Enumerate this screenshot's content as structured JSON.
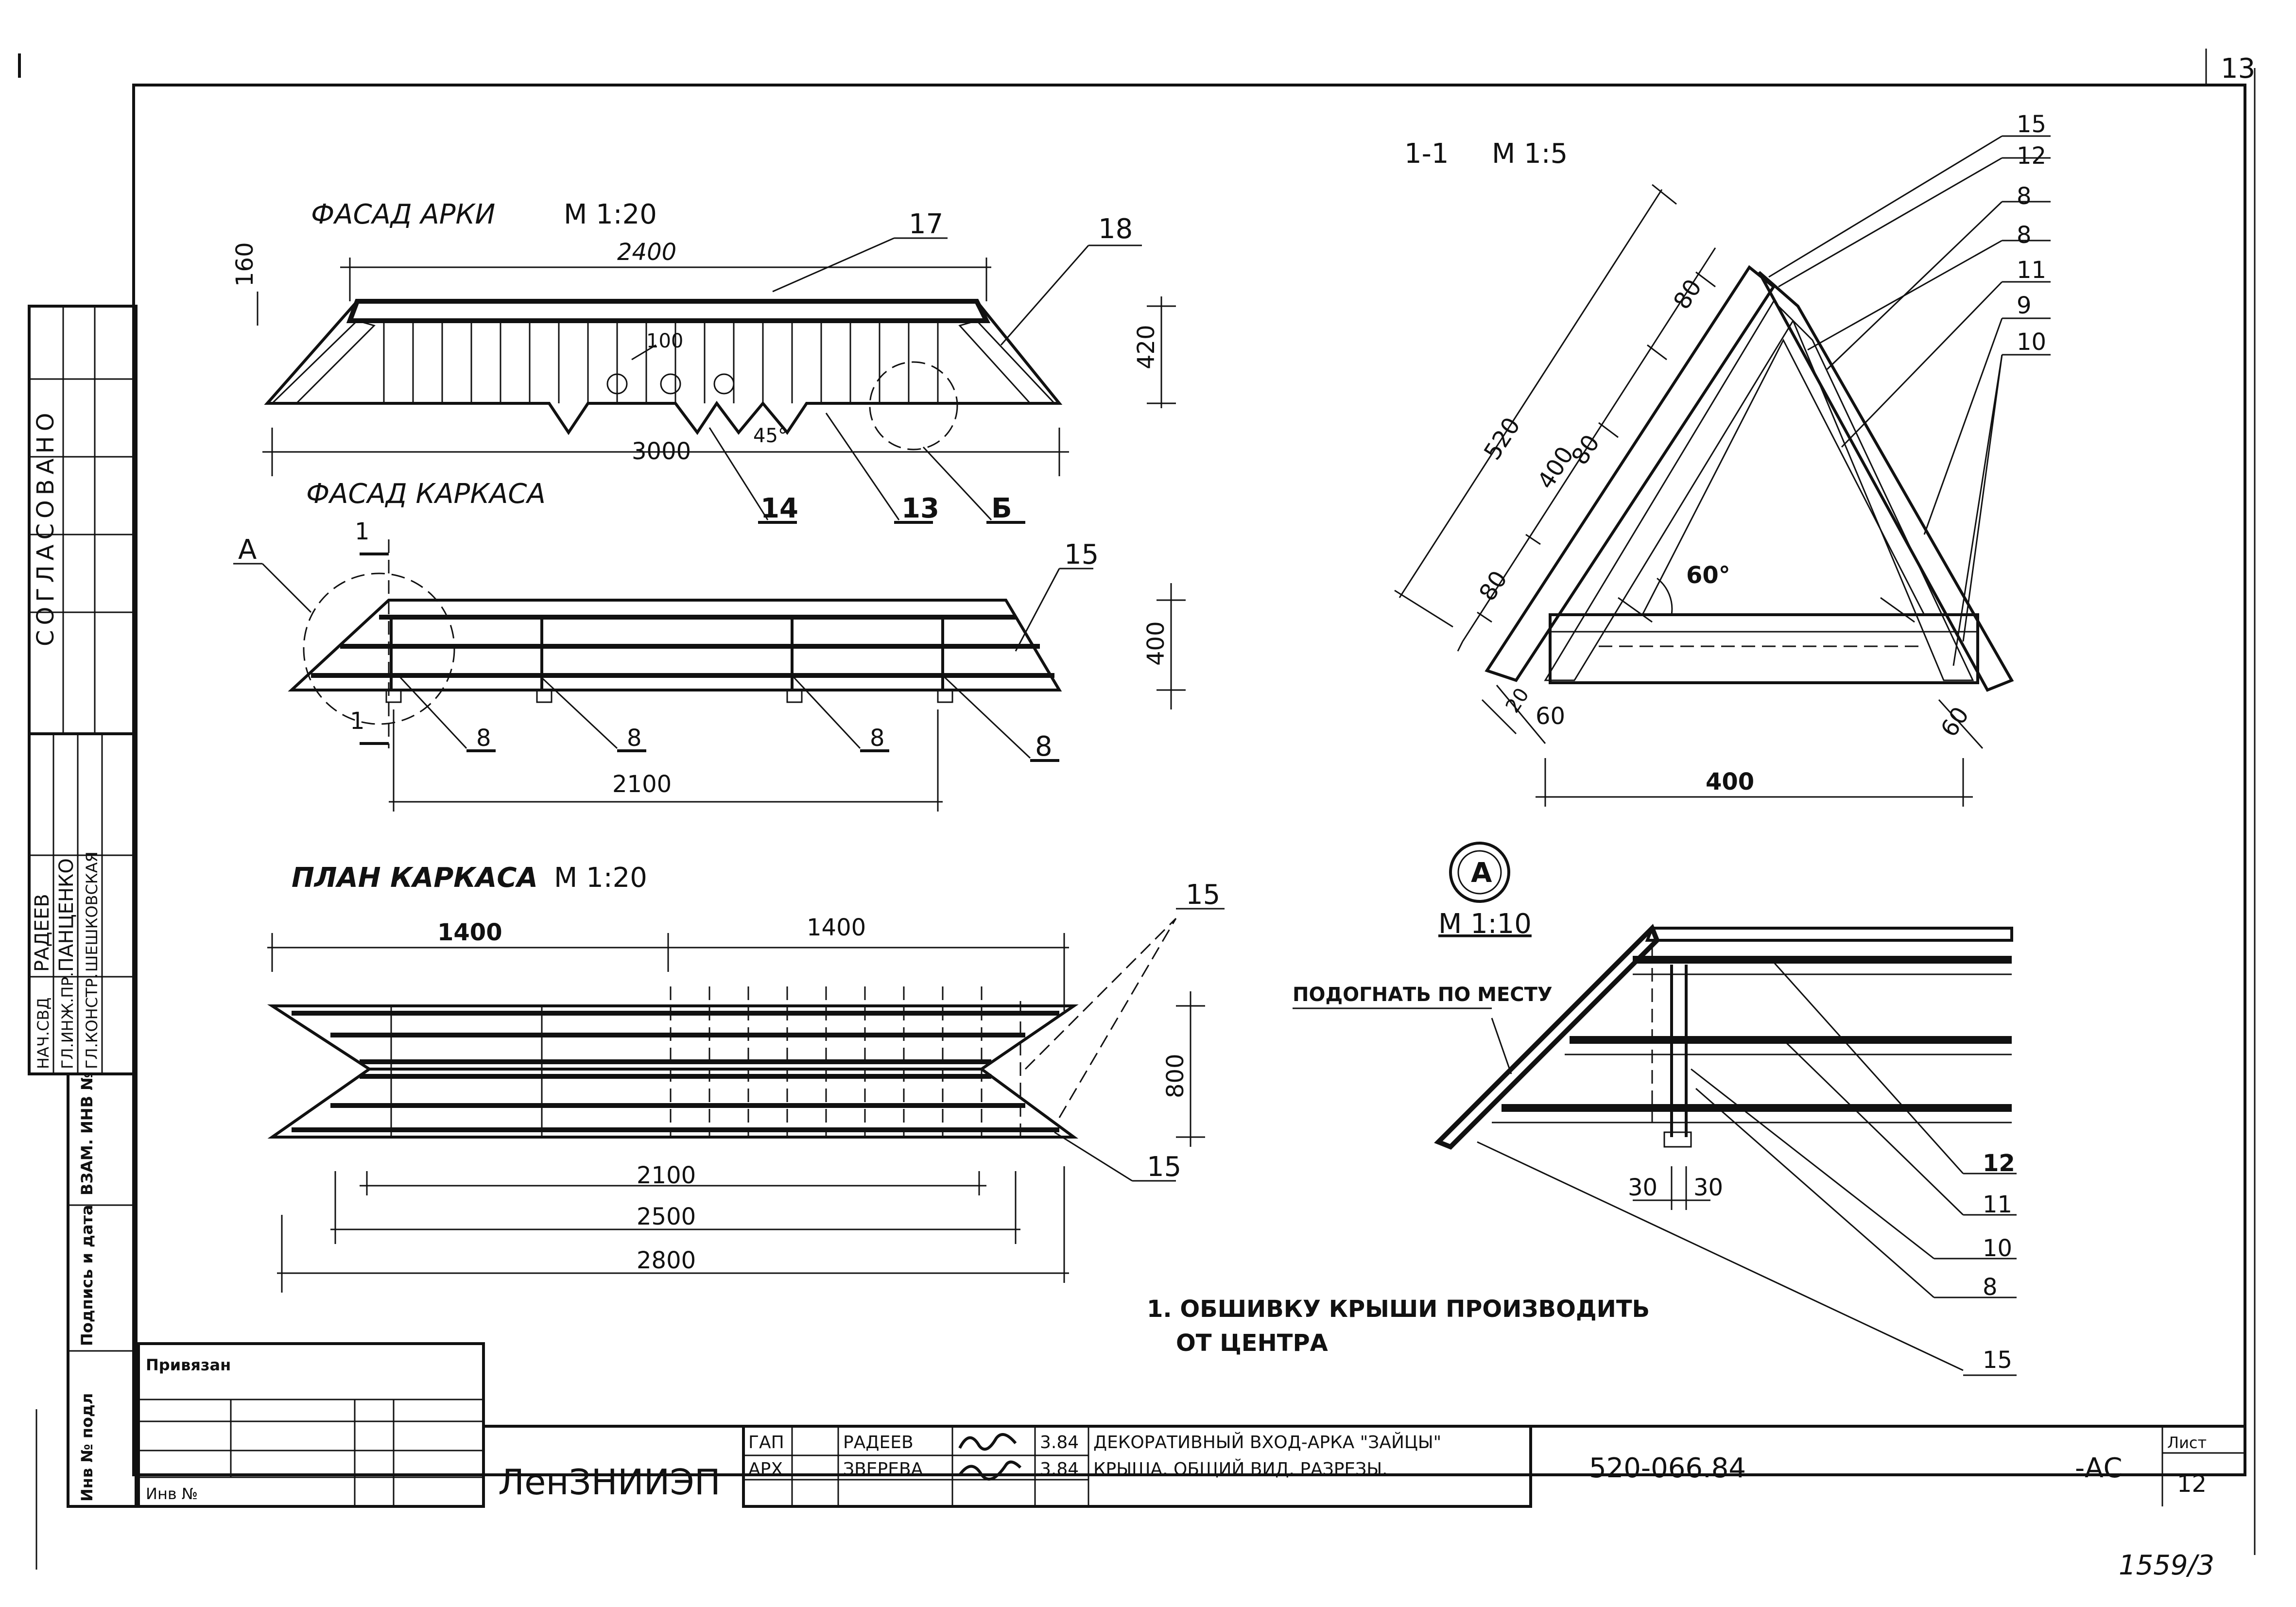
{
  "page_number": "13",
  "archive_number": "1559/3",
  "side_stamp": {
    "title": "СОГЛАСОВАНО",
    "persons": [
      {
        "role": "НАЧ.СВД",
        "name": "РАДЕЕВ"
      },
      {
        "role": "ГЛ.ИНЖ.ПР.",
        "name": "ПАНЦЕНКО"
      },
      {
        "role": "ГЛ.КОНСТР.",
        "name": "ШЕШКОВСКАЯ"
      }
    ],
    "fields": [
      "ВЗАМ. ИНВ №",
      "Подпись и дата",
      "Инв № подл"
    ]
  },
  "views": {
    "facade_arch": {
      "title": "ФАСАД АРКИ",
      "scale": "М 1:20"
    },
    "facade_frame": {
      "title": "ФАСАД КАРКАСА"
    },
    "plan_frame": {
      "title": "ПЛАН КАРКАСА",
      "scale": "М 1:20"
    },
    "section": {
      "title": "1-1",
      "scale": "М 1:5"
    },
    "detail_a": {
      "mark": "А",
      "scale": "М 1:10",
      "note": "ПОДОГНАТЬ ПО МЕСТУ"
    }
  },
  "dims": {
    "arch_top": "2400",
    "arch_base": "3000",
    "arch_h": "420",
    "arch_h2": "160",
    "hole": "100",
    "angle45": "45°",
    "frame_len": "2100",
    "frame_h": "400",
    "plan_a": "1400",
    "plan_b": "1400",
    "plan_h": "800",
    "plan_1": "2100",
    "plan_2": "2500",
    "plan_3": "2800",
    "sec_total": "520",
    "sec_400": "400",
    "sec_80a": "80",
    "sec_80b": "80",
    "sec_80c": "80",
    "sec_base": "400",
    "sec_60a": "60",
    "sec_60b": "60",
    "sec_20": "20",
    "sec_angle": "60°",
    "det_30a": "30",
    "det_30b": "30"
  },
  "callouts": {
    "c17": "17",
    "c18": "18",
    "c14": "14",
    "c13": "13",
    "cB": "Б",
    "cA": "А",
    "c15a": "15",
    "c1": "1",
    "c1b": "1",
    "c8a": "8",
    "c8b": "8",
    "c8c": "8",
    "c8d": "8",
    "c15p": "15",
    "c15p2": "15",
    "s15": "15",
    "s12": "12",
    "s8a": "8",
    "s8b": "8",
    "s11": "11",
    "s9": "9",
    "s10": "10",
    "d12": "12",
    "d11": "11",
    "d10": "10",
    "d8": "8",
    "d15": "15"
  },
  "note": {
    "line1": "1. ОБШИВКУ КРЫШИ ПРОИЗВОДИТЬ",
    "line2": "ОТ ЦЕНТРА"
  },
  "title_block": {
    "bound": "Привязан",
    "inv": "Инв №",
    "org": "ЛенЗНИИЭП",
    "rows": [
      {
        "role": "ГАП",
        "name": "РАДЕЕВ",
        "date": "3.84"
      },
      {
        "role": "АРХ",
        "name": "ЗВЕРЕВА",
        "date": "3.84"
      }
    ],
    "desc1": "ДЕКОРАТИВНЫЙ ВХОД-АРКА \"ЗАЙЦЫ\"",
    "desc2": "КРЫША. ОБЩИЙ ВИД. РАЗРЕЗЫ.",
    "code": "520-066.84",
    "suffix": "-АС",
    "sheet_label": "Лист",
    "sheet_no": "12"
  }
}
